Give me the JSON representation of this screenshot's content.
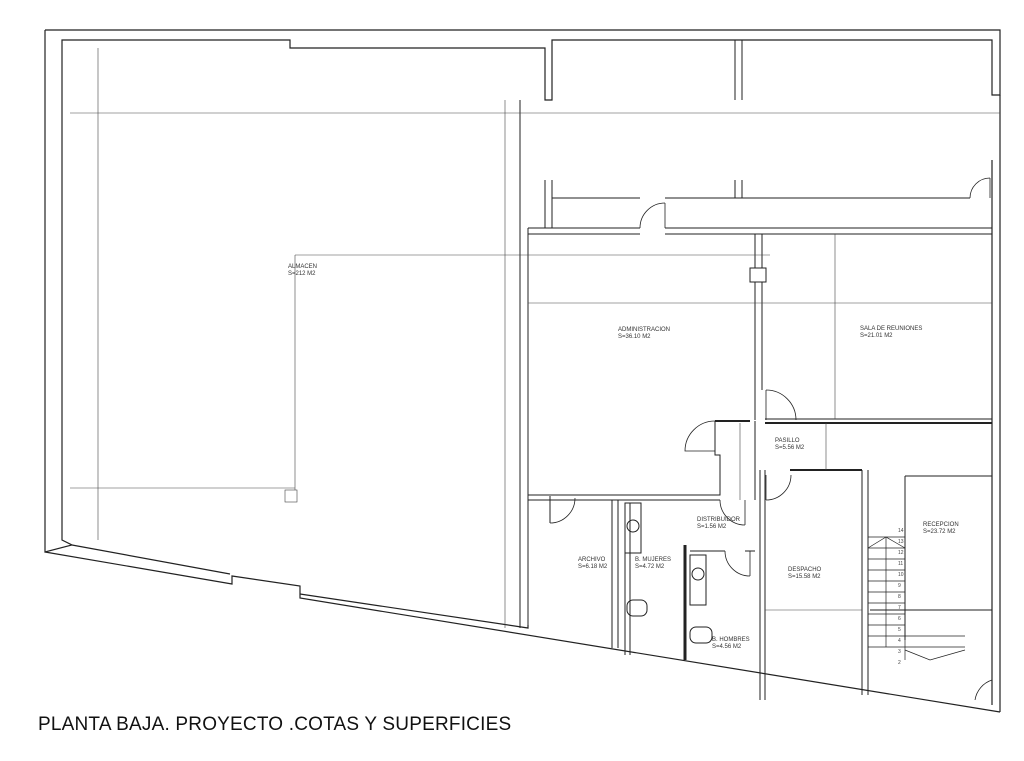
{
  "title": "PLANTA BAJA. PROYECTO .COTAS Y SUPERFICIES",
  "rooms": [
    {
      "name": "ALMACEN",
      "area": "S=212 M2"
    },
    {
      "name": "ADMINISTRACION",
      "area": "S=36.10 M2"
    },
    {
      "name": "SALA DE REUNIONES",
      "area": "S=21.01 M2"
    },
    {
      "name": "PASILLO",
      "area": "S=5.56 M2"
    },
    {
      "name": "DISTRIBUIDOR",
      "area": "S=1.56 M2"
    },
    {
      "name": "ARCHIVO",
      "area": "S=6.18 M2"
    },
    {
      "name": "B. MUJERES",
      "area": "S=4.72 M2"
    },
    {
      "name": "B. HOMBRES",
      "area": "S=4.56 M2"
    },
    {
      "name": "DESPACHO",
      "area": "S=15.58 M2"
    },
    {
      "name": "RECEPCION",
      "area": "S=23.72 M2"
    }
  ],
  "stair_steps": [
    "14",
    "13",
    "12",
    "11",
    "10",
    "9",
    "8",
    "7",
    "6",
    "5",
    "4",
    "3",
    "2"
  ]
}
